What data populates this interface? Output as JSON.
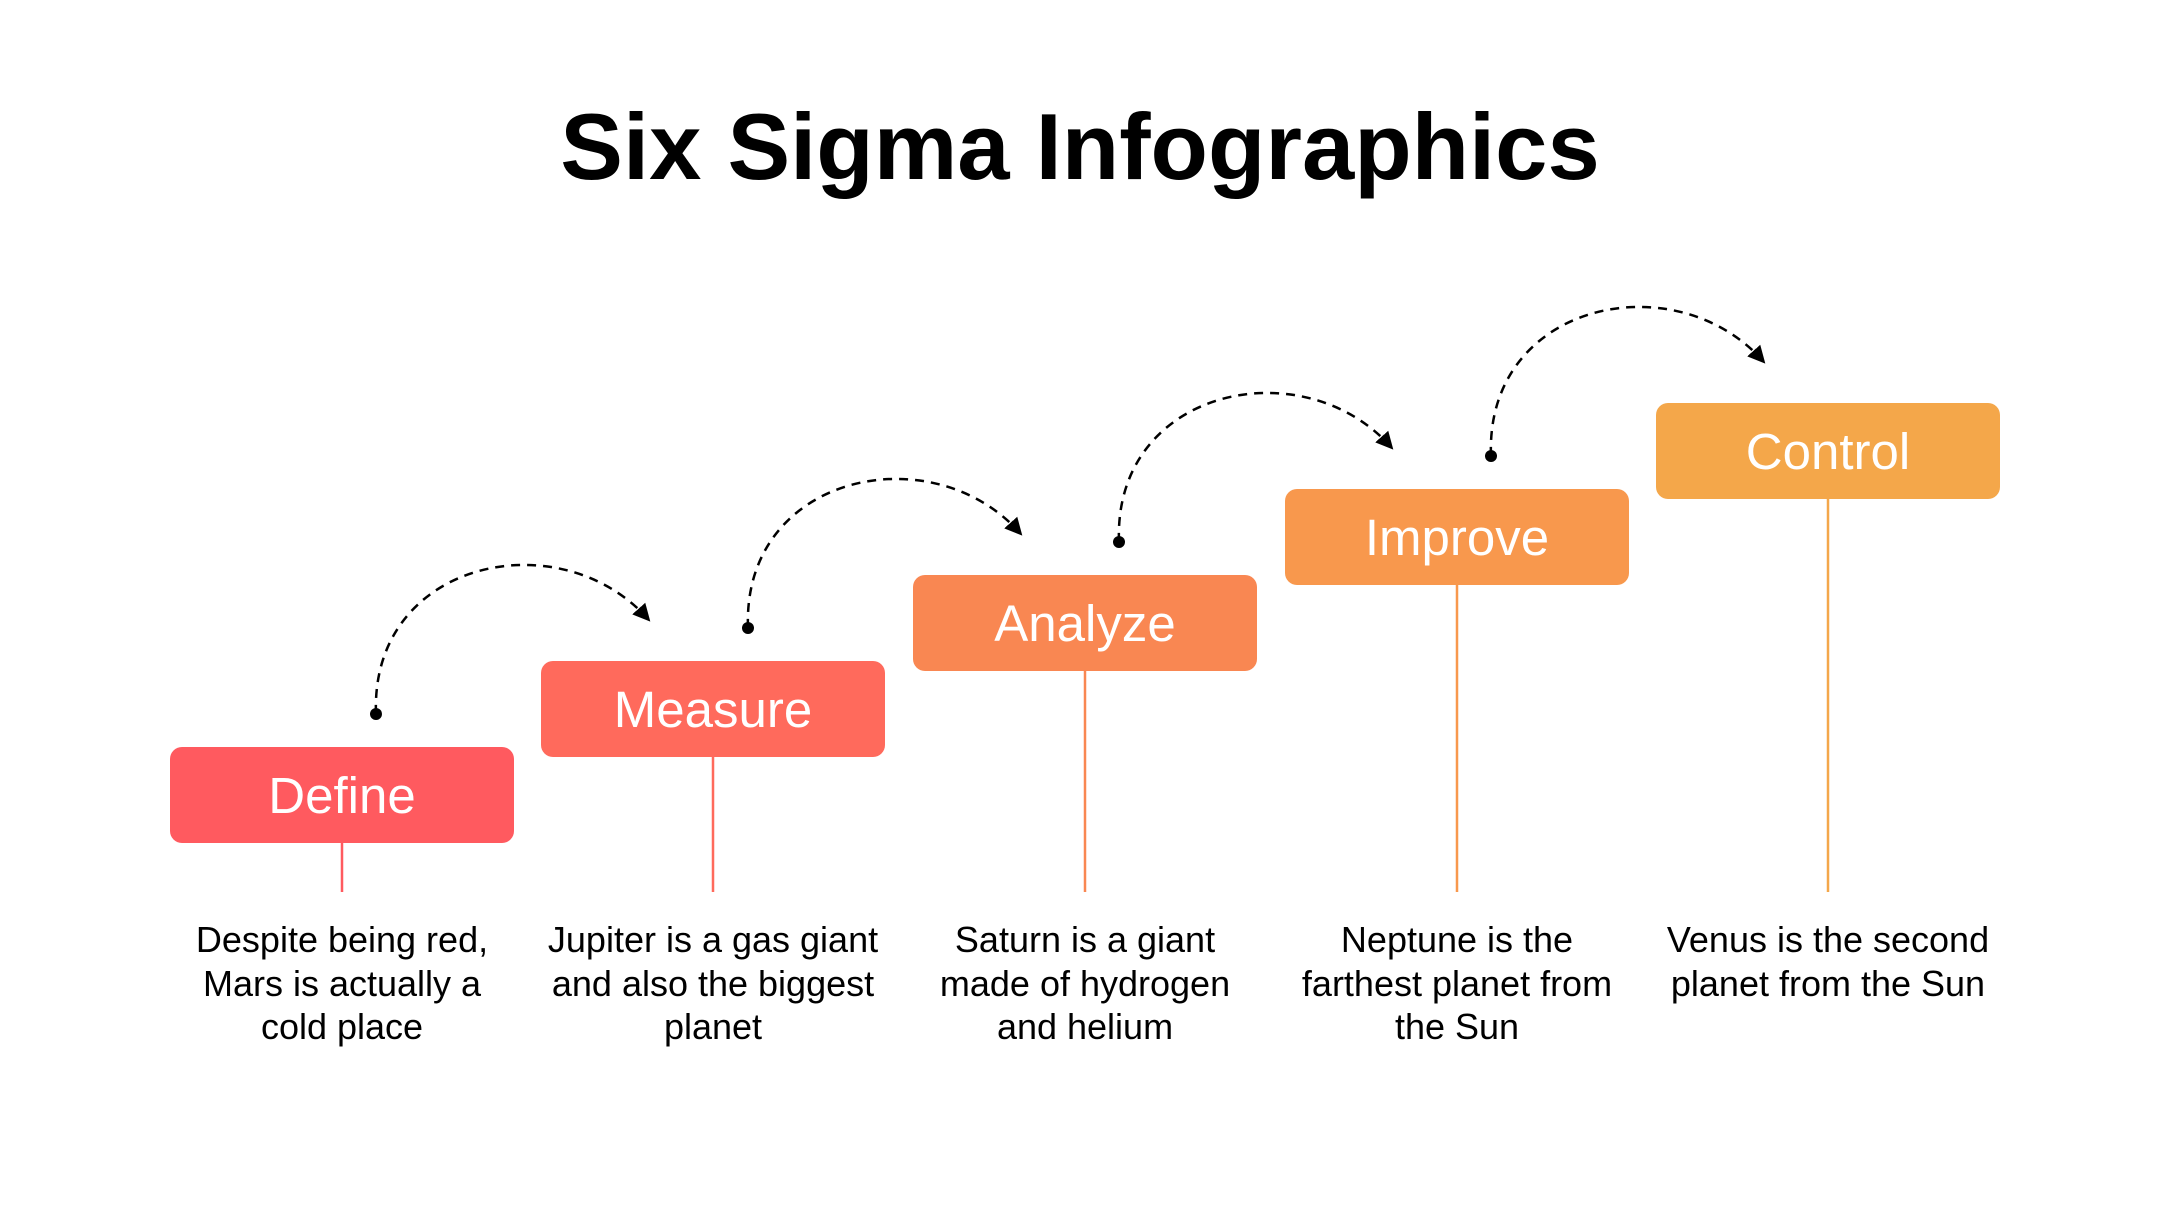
{
  "title": "Six Sigma Infographics",
  "steps": [
    {
      "label": "Define",
      "description": "Despite being red, Mars is actually a cold place",
      "color": "#FF5A5F"
    },
    {
      "label": "Measure",
      "description": "Jupiter is a gas giant and also the biggest planet",
      "color": "#FF6A5C"
    },
    {
      "label": "Analyze",
      "description": "Saturn is a giant made of hydrogen and helium",
      "color": "#F98752"
    },
    {
      "label": "Improve",
      "description": "Neptune is the farthest planet from the Sun",
      "color": "#F8984D"
    },
    {
      "label": "Control",
      "description": "Venus is the second planet from the Sun",
      "color": "#F4A74A"
    }
  ],
  "connector_color": "#000000",
  "arrow_style": "dashed"
}
